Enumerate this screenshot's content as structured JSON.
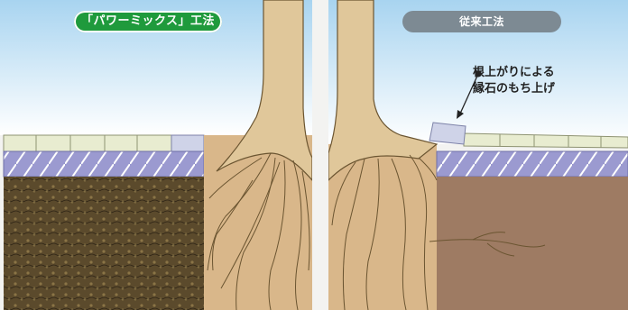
{
  "left_panel": {
    "label": "「パワーミックス」工法",
    "badge_color": "#1f9a3c"
  },
  "right_panel": {
    "label": "従来工法",
    "badge_color": "#7d8a93",
    "callout_line1": "根上がりによる",
    "callout_line2": "縁石のもち上げ"
  },
  "colors": {
    "sky_top": "#a8d4f0",
    "sky_bottom": "#ffffff",
    "paving": "#e8ecd0",
    "hatch_band": "#9b9ad0",
    "curb": "#cfd3e8",
    "powermix_soil": "#5b4a2c",
    "root_zone": "#d9b78a",
    "trunk": "#e0c79a",
    "plain_soil": "#9e7b63"
  }
}
